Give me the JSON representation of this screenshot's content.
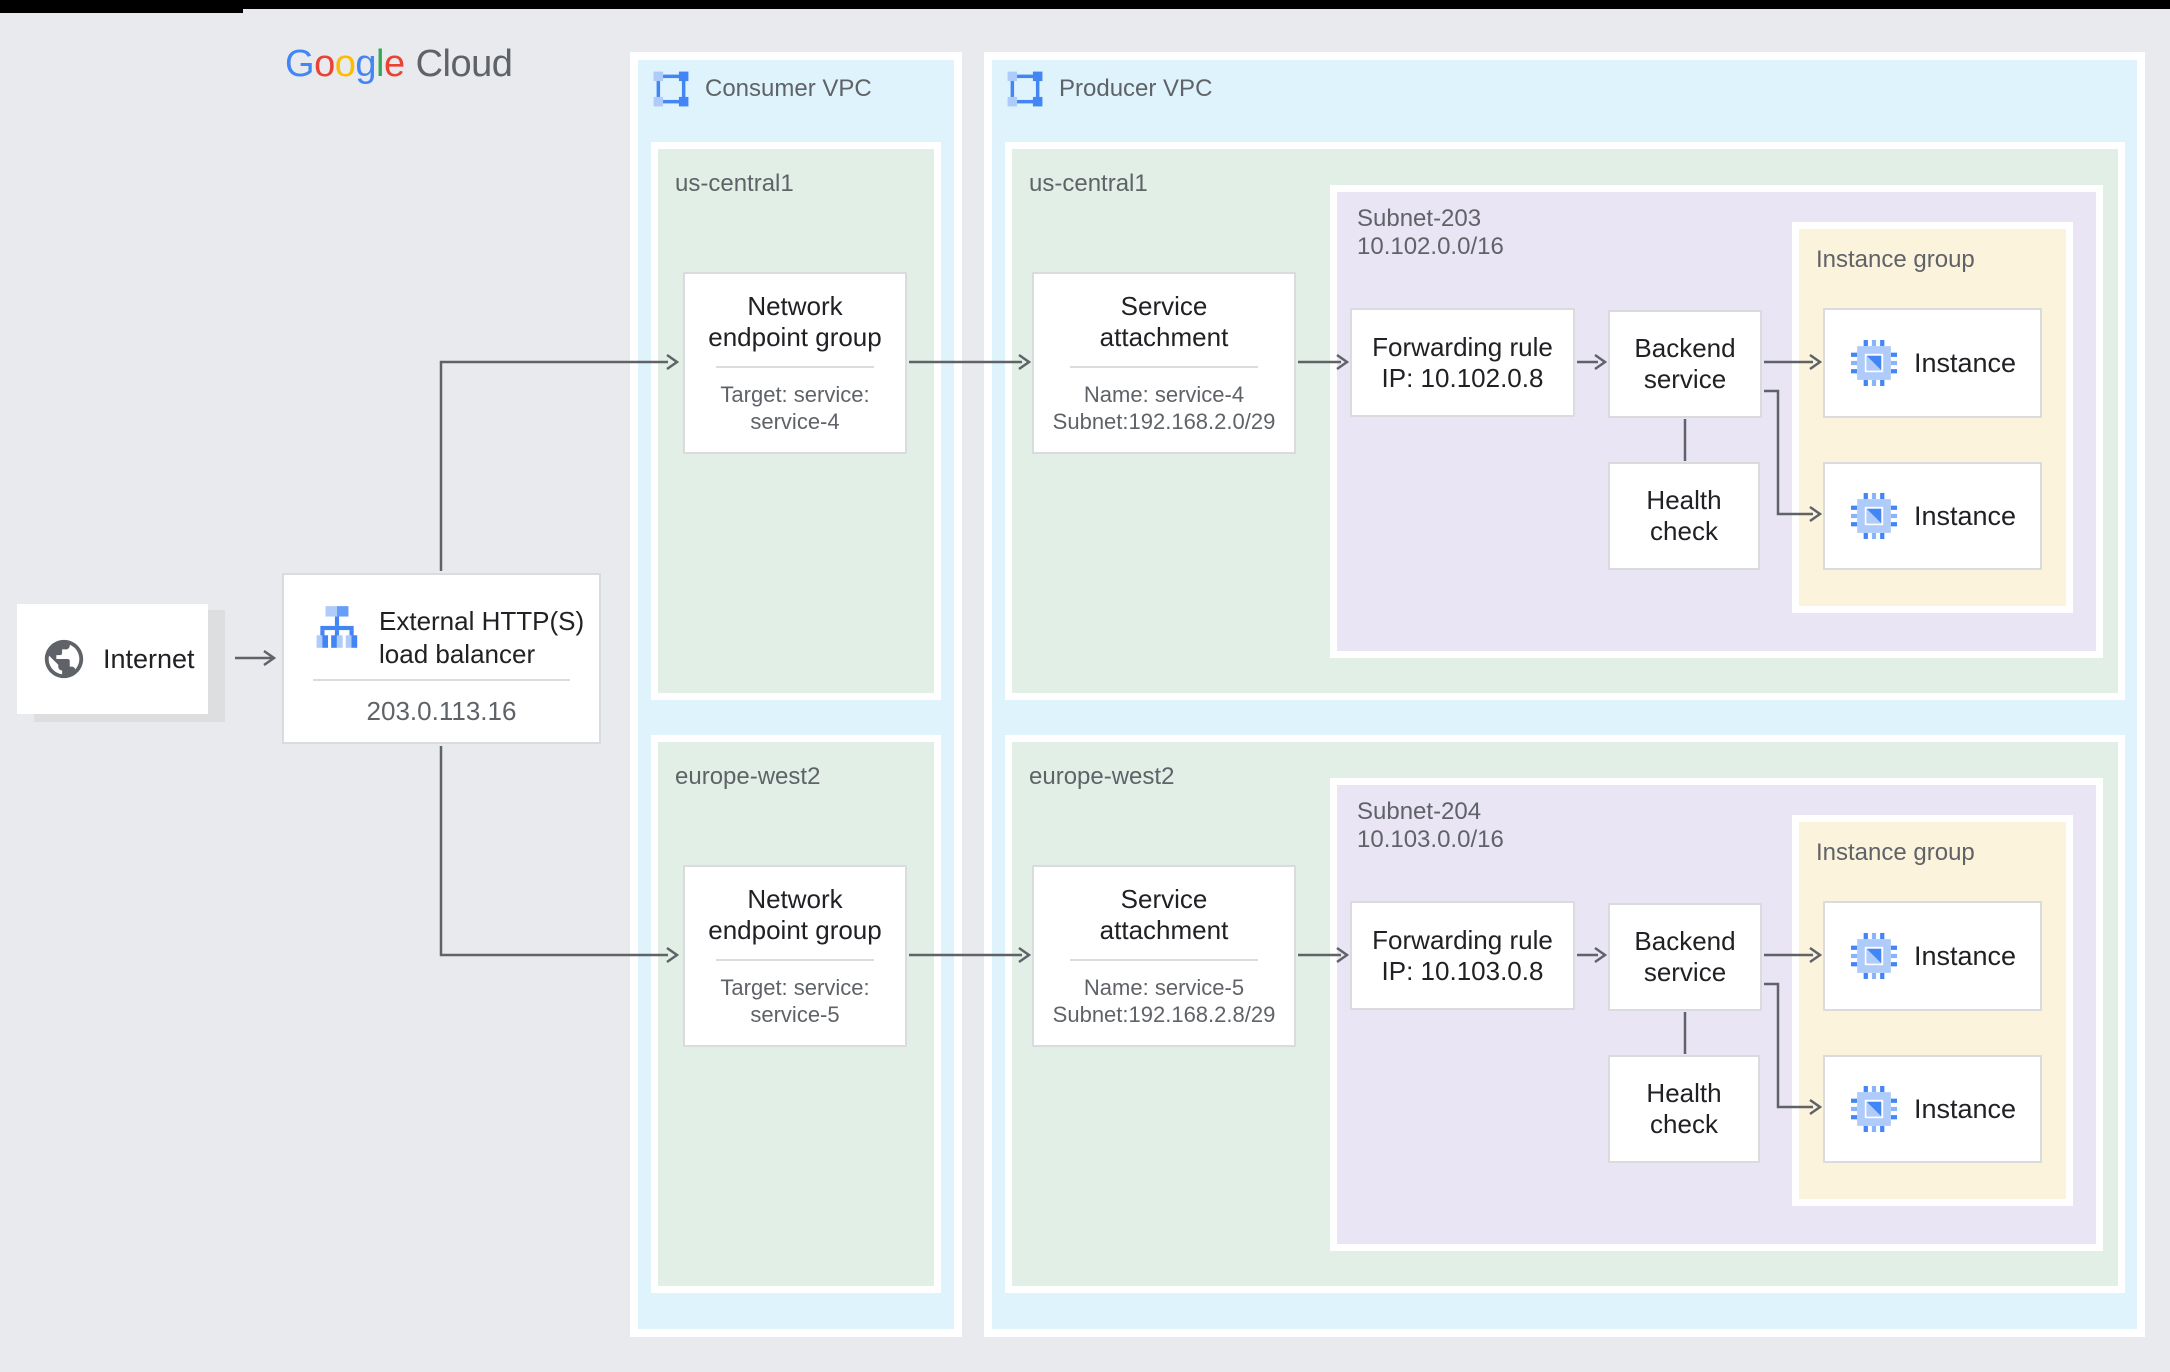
{
  "colors": {
    "background": "#E8EAED",
    "vpc_fill": "#DFF3FC",
    "region_fill": "#E1EFE6",
    "subnet_fill": "#EAE5F5",
    "instance_group_fill": "#FCF3DC",
    "box_border": "#D9DBDE",
    "divider": "#DADCE0",
    "text": "#202124",
    "muted": "#5F6368",
    "line": "#5F6368",
    "shadow": "#DCDEE0",
    "black_bar": "#000000",
    "google_blue": "#4285F4",
    "light_blue": "#AECBFA",
    "mid_blue": "#669DF6"
  },
  "logo": {
    "letters": [
      {
        "ch": "G",
        "color": "#4285F4"
      },
      {
        "ch": "o",
        "color": "#EA4335"
      },
      {
        "ch": "o",
        "color": "#FBBC04"
      },
      {
        "ch": "g",
        "color": "#4285F4"
      },
      {
        "ch": "l",
        "color": "#34A853"
      },
      {
        "ch": "e",
        "color": "#EA4335"
      }
    ],
    "suffix": "Cloud"
  },
  "internet": {
    "label": "Internet"
  },
  "load_balancer": {
    "title_lines": [
      "External HTTP(S)",
      "load balancer"
    ],
    "ip": "203.0.113.16"
  },
  "consumer_vpc": {
    "label": "Consumer VPC",
    "regions": [
      {
        "name": "us-central1",
        "neg": {
          "title_lines": [
            "Network",
            "endpoint group"
          ],
          "detail_lines": [
            "Target: service:",
            "service-4"
          ]
        }
      },
      {
        "name": "europe-west2",
        "neg": {
          "title_lines": [
            "Network",
            "endpoint group"
          ],
          "detail_lines": [
            "Target: service:",
            "service-5"
          ]
        }
      }
    ]
  },
  "producer_vpc": {
    "label": "Producer VPC",
    "regions": [
      {
        "name": "us-central1",
        "service_attachment": {
          "title_lines": [
            "Service",
            "attachment"
          ],
          "detail_lines": [
            "Name: service-4",
            "Subnet:192.168.2.0/29"
          ]
        },
        "subnet": {
          "label_lines": [
            "Subnet-203",
            "10.102.0.0/16"
          ]
        },
        "forwarding_rule": {
          "lines": [
            "Forwarding rule",
            "IP: 10.102.0.8"
          ]
        },
        "backend_service": {
          "lines": [
            "Backend",
            "service"
          ]
        },
        "health_check": {
          "lines": [
            "Health",
            "check"
          ]
        },
        "instance_group": {
          "label": "Instance group",
          "instances": [
            {
              "label": "Instance"
            },
            {
              "label": "Instance"
            }
          ]
        }
      },
      {
        "name": "europe-west2",
        "service_attachment": {
          "title_lines": [
            "Service",
            "attachment"
          ],
          "detail_lines": [
            "Name: service-5",
            "Subnet:192.168.2.8/29"
          ]
        },
        "subnet": {
          "label_lines": [
            "Subnet-204",
            "10.103.0.0/16"
          ]
        },
        "forwarding_rule": {
          "lines": [
            "Forwarding rule",
            "IP: 10.103.0.8"
          ]
        },
        "backend_service": {
          "lines": [
            "Backend",
            "service"
          ]
        },
        "health_check": {
          "lines": [
            "Health",
            "check"
          ]
        },
        "instance_group": {
          "label": "Instance group",
          "instances": [
            {
              "label": "Instance"
            },
            {
              "label": "Instance"
            }
          ]
        }
      }
    ]
  }
}
